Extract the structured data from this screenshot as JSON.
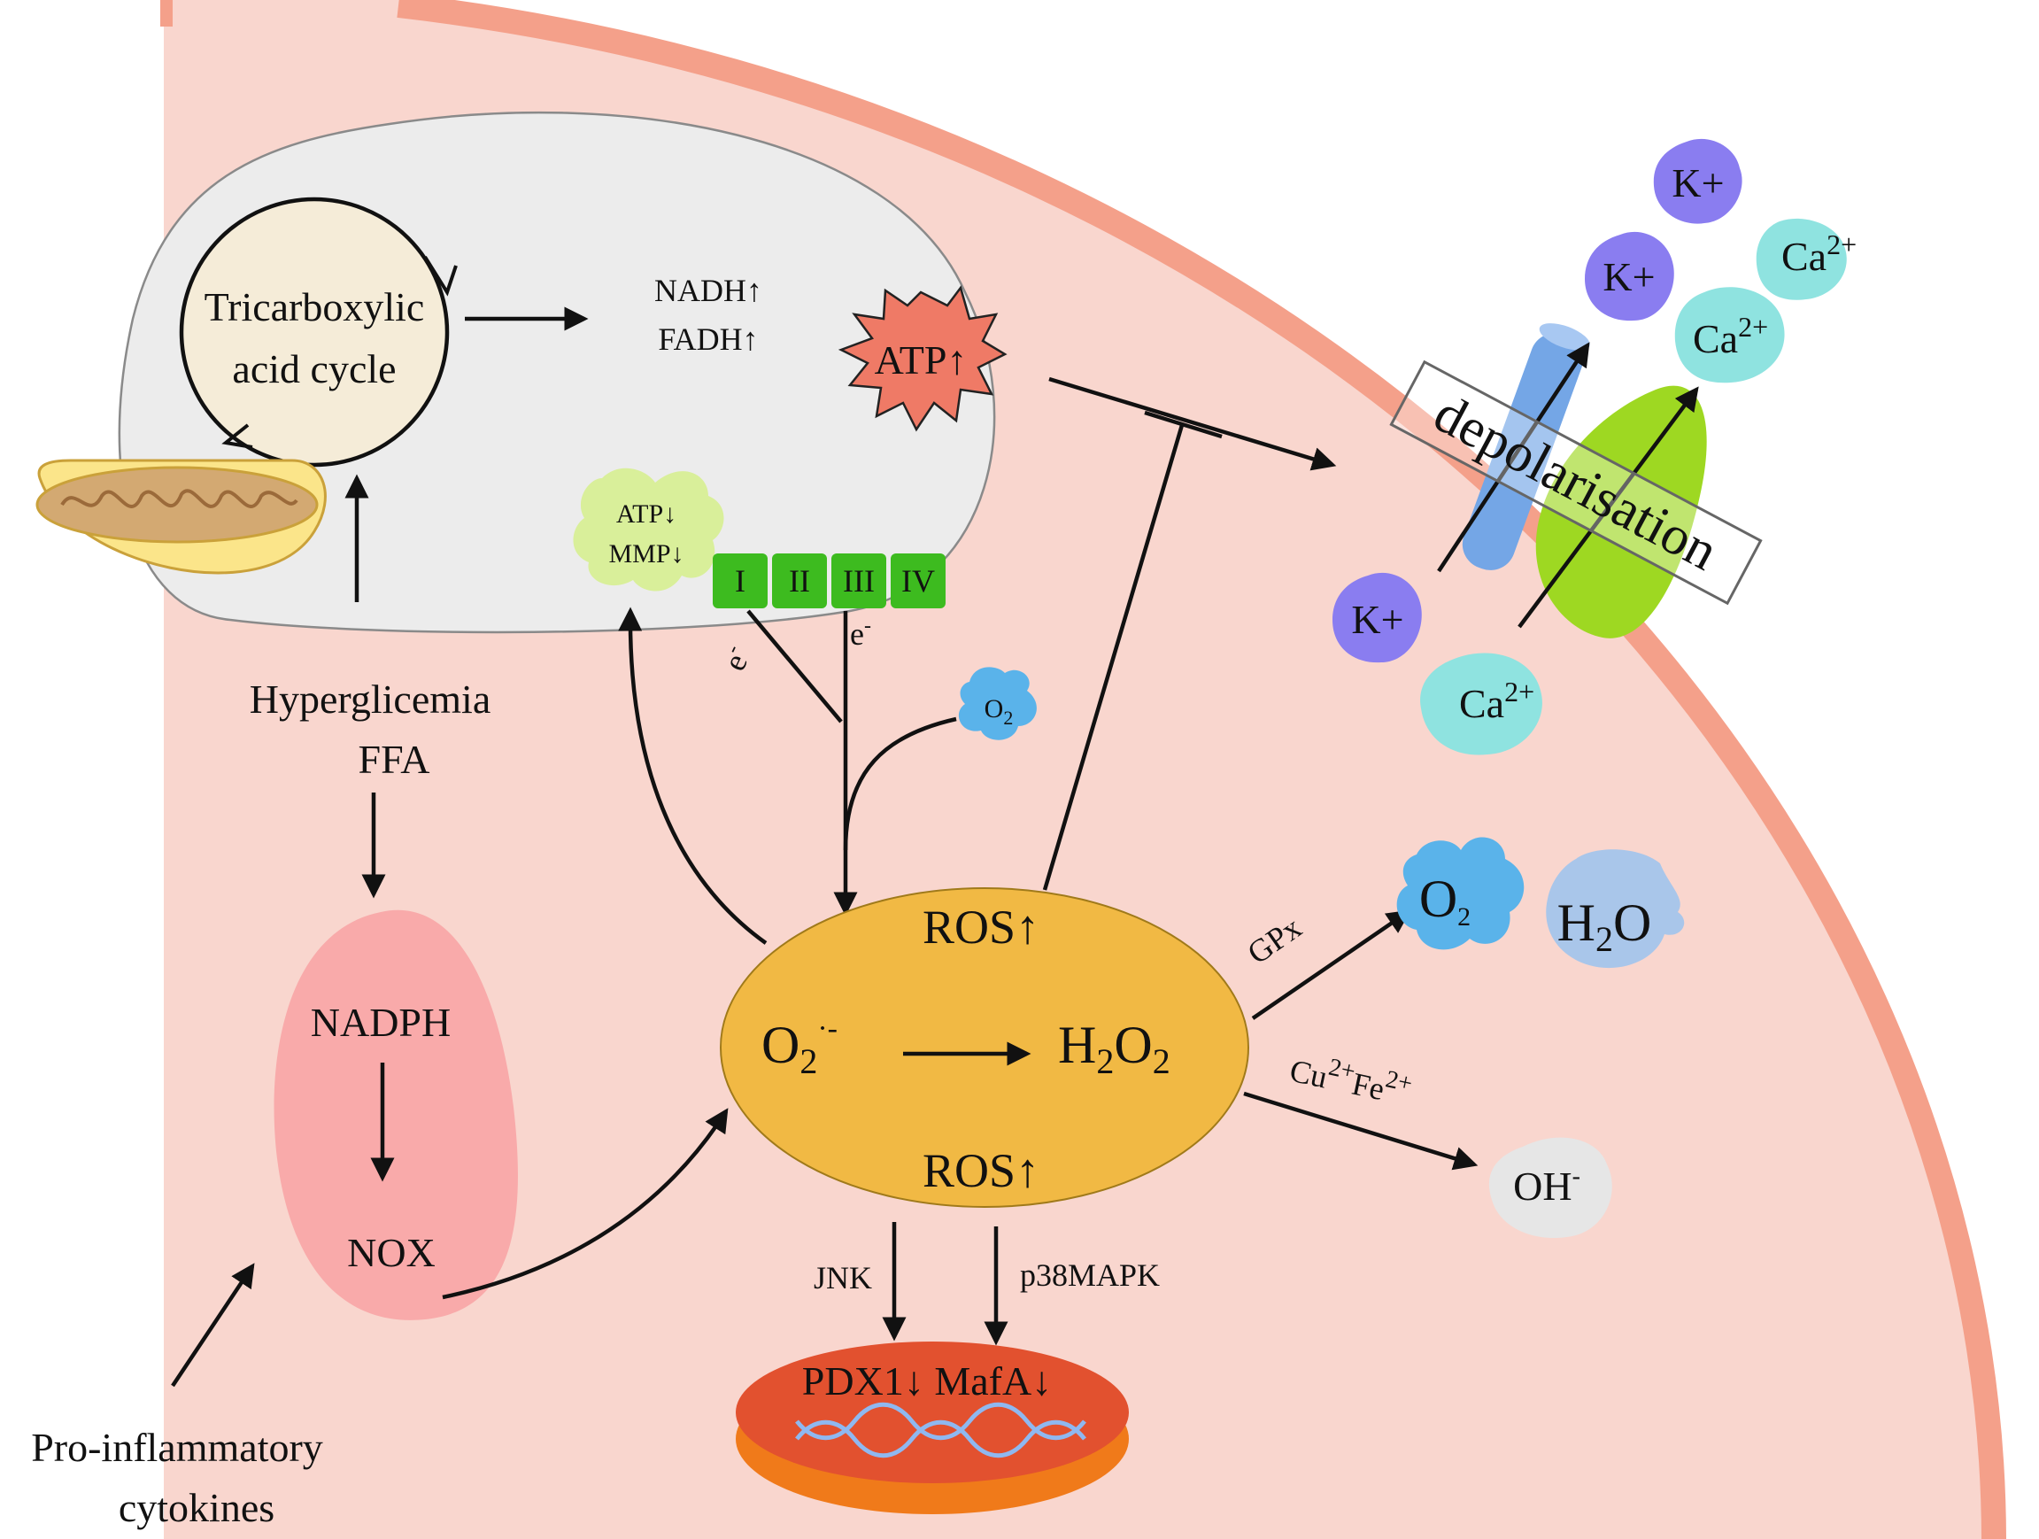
{
  "colors": {
    "cytoplasm": "#f9d6ce",
    "membrane": "#f4a08a",
    "mitochondrion_body": "#ececec",
    "tca_circle": "#f5ecd8",
    "ros_ellipse": "#f1b944",
    "nox_body": "#f9aaaa",
    "nucleus": "#e2512f",
    "complex_green": "#3dbb1f",
    "k_ion": "#8a7df0",
    "ca_ion": "#8fe3e0",
    "o2_blob": "#5ab3ea",
    "h2o_blob": "#a9c6ea",
    "oh_blob": "#e6e6e6",
    "k_channel": "#74a6e6",
    "ca_channel": "#9ed822",
    "atp_star": "#ef7a66"
  },
  "icons": {
    "mitochondrion": "mitochondrion-icon",
    "dna": "dna-helix-icon",
    "k_channel": "potassium-channel-icon",
    "ca_channel": "calcium-channel-icon"
  },
  "labels": {
    "tca_line1": "Tricarboxylic",
    "tca_line2": "acid cycle",
    "nadh": "NADH↑",
    "fadh": "FADH↑",
    "atp_up": "ATP↑",
    "atp_down": "ATP↓",
    "mmp_down": "MMP↓",
    "complexes": [
      "I",
      "II",
      "III",
      "IV"
    ],
    "electron": "e",
    "electron_sup": "-",
    "o2_small": "O",
    "o2_small_sub": "2",
    "hyperglycemia": "Hyperglicemia",
    "ffa": "FFA",
    "nadph": "NADPH",
    "nox": "NOX",
    "pro_inflammatory_line1": "Pro-inflammatory",
    "pro_inflammatory_line2": "cytokines",
    "ros_top": "ROS↑",
    "ros_bottom": "ROS↑",
    "superoxide": "O",
    "superoxide_sub": "2",
    "superoxide_sup": "·-",
    "h2o2": "H",
    "h2o2_sub": "2",
    "h2o2_o": "O",
    "h2o2_sub2": "2",
    "gpx": "GPx",
    "o2_big": "O",
    "o2_big_sub": "2",
    "h2o": "H",
    "h2o_sub": "2",
    "h2o_o": "O",
    "cu": "Cu",
    "cu_sup": "2+",
    "fe": "Fe",
    "fe_sup": "2+",
    "oh": "OH",
    "oh_sup": "-",
    "jnk": "JNK",
    "p38mapk": "p38MAPK",
    "pdx1": "PDX1↓ MafA↓",
    "depolarisation": "depolarisation",
    "k_plus": "K+",
    "ca": "Ca",
    "ca_sup": "2+"
  }
}
